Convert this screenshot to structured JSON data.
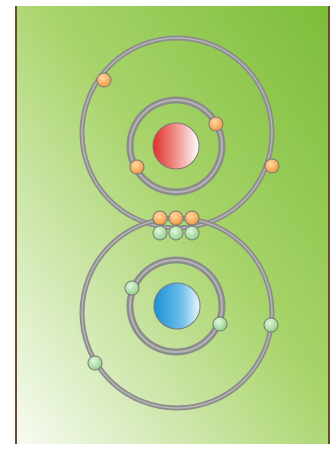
{
  "diagram": {
    "background_gradient": [
      "#f7fbf2",
      "#a8d46a",
      "#7cbd3a"
    ],
    "frame_color": "#6b4a2b",
    "orbit_color": "#8c8c8c",
    "orbit_highlight": "#b5b5b5",
    "atoms": [
      {
        "name": "top-atom",
        "nucleus_colors": [
          "#ffffff",
          "#f3a7a0",
          "#e12b2b"
        ],
        "electron_color": "#f0963a",
        "inner_shell_electrons": 2,
        "outer_shell_electrons": 2
      },
      {
        "name": "bottom-atom",
        "nucleus_colors": [
          "#e9f6fd",
          "#6fbde9",
          "#1a8fd6"
        ],
        "electron_color": "#8ccf84",
        "inner_shell_electrons": 2,
        "outer_shell_electrons": 2
      }
    ],
    "shared_electrons": {
      "top_row_color": "#f0963a",
      "top_row_count": 3,
      "bottom_row_color": "#8ccf84",
      "bottom_row_count": 3
    }
  }
}
